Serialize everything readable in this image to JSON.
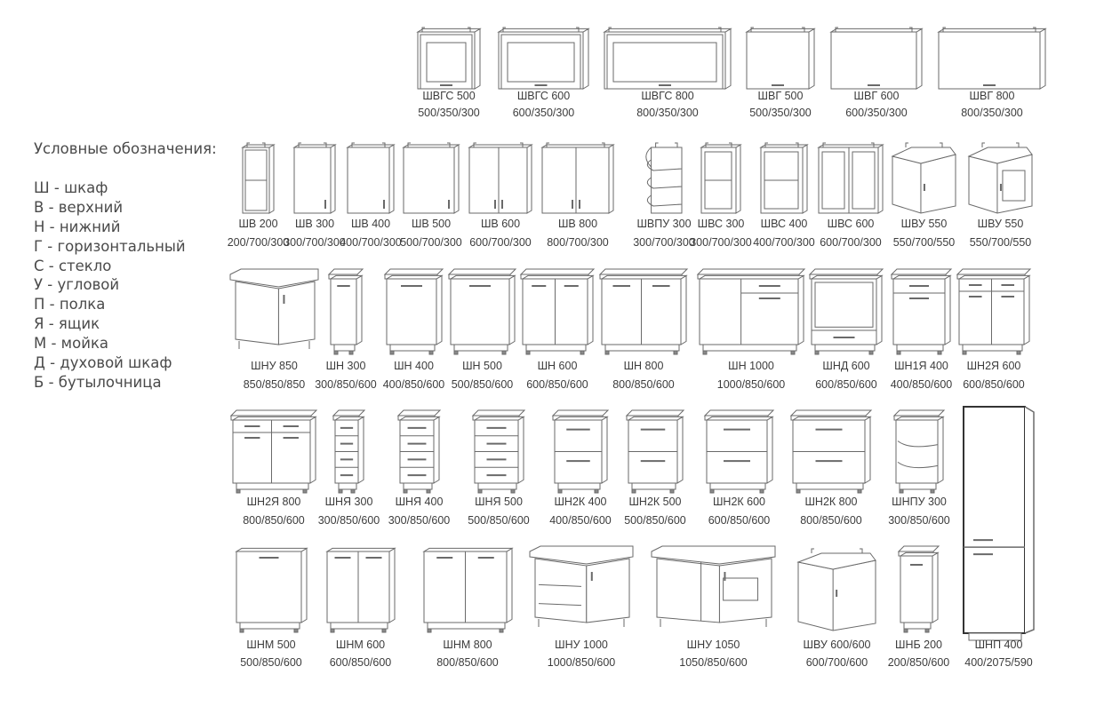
{
  "legend": {
    "title": "Условные обозначения:",
    "items": [
      "Ш - шкаф",
      "В - верхний",
      "Н - нижний",
      "Г - горизонтальный",
      "С - стекло",
      "У - угловой",
      "П - полка",
      "Я - ящик",
      "М - мойка",
      "Д - духовой шкаф",
      "Б - бутылочница"
    ]
  },
  "rows": [
    [
      {
        "code": "ШВГС 500",
        "dims": "500/350/300",
        "type": "wall-h-glass"
      },
      {
        "code": "ШВГС 600",
        "dims": "600/350/300",
        "type": "wall-h-glass"
      },
      {
        "code": "ШВГС 800",
        "dims": "800/350/300",
        "type": "wall-h-glass"
      },
      {
        "code": "ШВГ 500",
        "dims": "500/350/300",
        "type": "wall-h"
      },
      {
        "code": "ШВГ 600",
        "dims": "600/350/300",
        "type": "wall-h"
      },
      {
        "code": "ШВГ 800",
        "dims": "800/350/300",
        "type": "wall-h"
      }
    ],
    [
      {
        "code": "ШВ 200",
        "dims": "200/700/300",
        "type": "wall-open"
      },
      {
        "code": "ШВ 300",
        "dims": "300/700/300",
        "type": "wall-1"
      },
      {
        "code": "ШВ 400",
        "dims": "400/700/300",
        "type": "wall-1"
      },
      {
        "code": "ШВ 500",
        "dims": "500/700/300",
        "type": "wall-1"
      },
      {
        "code": "ШВ 600",
        "dims": "600/700/300",
        "type": "wall-2"
      },
      {
        "code": "ШВ 800",
        "dims": "800/700/300",
        "type": "wall-2"
      },
      {
        "code": "ШВПУ 300",
        "dims": "300/700/300",
        "type": "wall-end"
      },
      {
        "code": "ШВС 300",
        "dims": "300/700/300",
        "type": "wall-glass-1"
      },
      {
        "code": "ШВС 400",
        "dims": "400/700/300",
        "type": "wall-glass-1"
      },
      {
        "code": "ШВС 600",
        "dims": "600/700/300",
        "type": "wall-glass-2"
      },
      {
        "code": "ШВУ 550",
        "dims": "550/700/550",
        "type": "wall-corner"
      },
      {
        "code": "ШВУ 550",
        "dims": "550/700/550",
        "type": "wall-corner-glass"
      }
    ],
    [
      {
        "code": "ШНУ 850",
        "dims": "850/850/850",
        "type": "base-corner"
      },
      {
        "code": "ШН 300",
        "dims": "300/850/600",
        "type": "base-1"
      },
      {
        "code": "ШН 400",
        "dims": "400/850/600",
        "type": "base-1"
      },
      {
        "code": "ШН 500",
        "dims": "500/850/600",
        "type": "base-1"
      },
      {
        "code": "ШН 600",
        "dims": "600/850/600",
        "type": "base-2"
      },
      {
        "code": "ШН 800",
        "dims": "800/850/600",
        "type": "base-2"
      },
      {
        "code": "ШН 1000",
        "dims": "1000/850/600",
        "type": "base-1000"
      },
      {
        "code": "ШНД 600",
        "dims": "600/850/600",
        "type": "base-oven"
      },
      {
        "code": "ШН1Я 400",
        "dims": "400/850/600",
        "type": "base-1d-door"
      },
      {
        "code": "ШН2Я 600",
        "dims": "600/850/600",
        "type": "base-2d-2door"
      }
    ],
    [
      {
        "code": "ШН2Я 800",
        "dims": "800/850/600",
        "type": "base-2d-2door"
      },
      {
        "code": "ШНЯ 300",
        "dims": "300/850/600",
        "type": "base-drawers4"
      },
      {
        "code": "ШНЯ 400",
        "dims": "300/850/600",
        "type": "base-drawers4"
      },
      {
        "code": "ШНЯ 500",
        "dims": "500/850/600",
        "type": "base-drawers4"
      },
      {
        "code": "ШН2К 400",
        "dims": "400/850/600",
        "type": "base-drawers2"
      },
      {
        "code": "ШН2К 500",
        "dims": "500/850/600",
        "type": "base-drawers2"
      },
      {
        "code": "ШН2К 600",
        "dims": "600/850/600",
        "type": "base-drawers2"
      },
      {
        "code": "ШН2К 800",
        "dims": "800/850/600",
        "type": "base-drawers2"
      },
      {
        "code": "ШНПУ 300",
        "dims": "300/850/600",
        "type": "base-end"
      }
    ],
    [
      {
        "code": "ШНМ 500",
        "dims": "500/850/600",
        "type": "sink-1"
      },
      {
        "code": "ШНМ 600",
        "dims": "600/850/600",
        "type": "sink-2"
      },
      {
        "code": "ШНМ 800",
        "dims": "800/850/600",
        "type": "sink-2"
      },
      {
        "code": "ШНУ 1000",
        "dims": "1000/850/600",
        "type": "base-corner-shelf"
      },
      {
        "code": "ШНУ 1050",
        "dims": "1050/850/600",
        "type": "base-corner-1050"
      },
      {
        "code": "ШВУ 600/600",
        "dims": "600/700/600",
        "type": "wall-corner-600"
      },
      {
        "code": "ШНБ 200",
        "dims": "200/850/600",
        "type": "base-bottle"
      },
      {
        "code": "ШНП 400",
        "dims": "400/2075/590",
        "type": "tall"
      }
    ]
  ]
}
